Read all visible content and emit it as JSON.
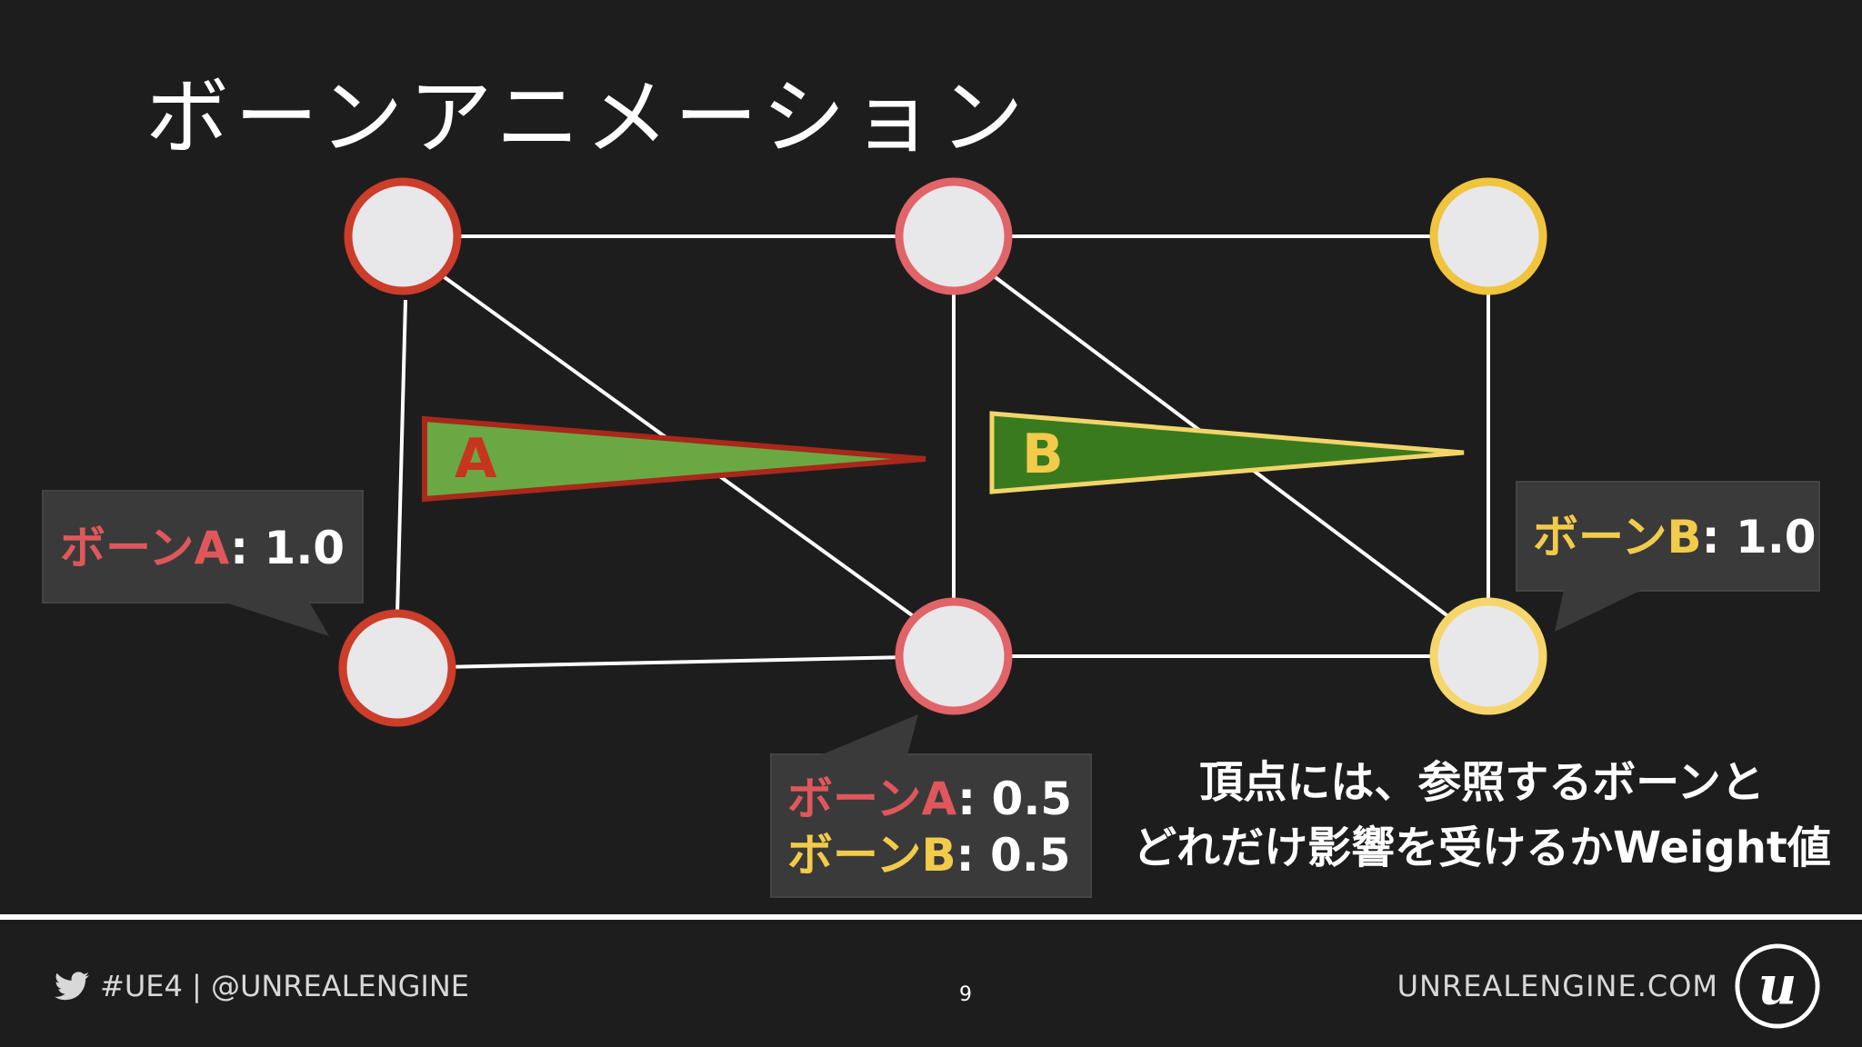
{
  "title": "ボーンアニメーション",
  "bones": [
    {
      "label": "A",
      "fill": "#6aa843",
      "stroke": "#a8281a",
      "label_color": "#c8351f"
    },
    {
      "label": "B",
      "fill": "#3a7a1e",
      "stroke": "#f2d56a",
      "label_color": "#f2cb4a"
    }
  ],
  "vertex_colors": {
    "bone_a": "#cc3d2a",
    "mixed": "#e06468",
    "bone_b": "#f0c43c",
    "fill": "#e8e7ea"
  },
  "callouts": {
    "left": {
      "bone": "ボーンA",
      "value": ": 1.0"
    },
    "right": {
      "bone": "ボーンB",
      "value": ": 1.0"
    },
    "middle": [
      {
        "bone": "ボーンA",
        "value": ": 0.5"
      },
      {
        "bone": "ボーンB",
        "value": ": 0.5"
      }
    ]
  },
  "description": {
    "line1": "頂点には、参照するボーンと",
    "line2": "どれだけ影響を受けるかWeight値"
  },
  "footer": {
    "hashtag": "#UE4 | @UNREALENGINE",
    "page": "9",
    "site": "UNREALENGINE.COM",
    "logo_letter": "u"
  }
}
